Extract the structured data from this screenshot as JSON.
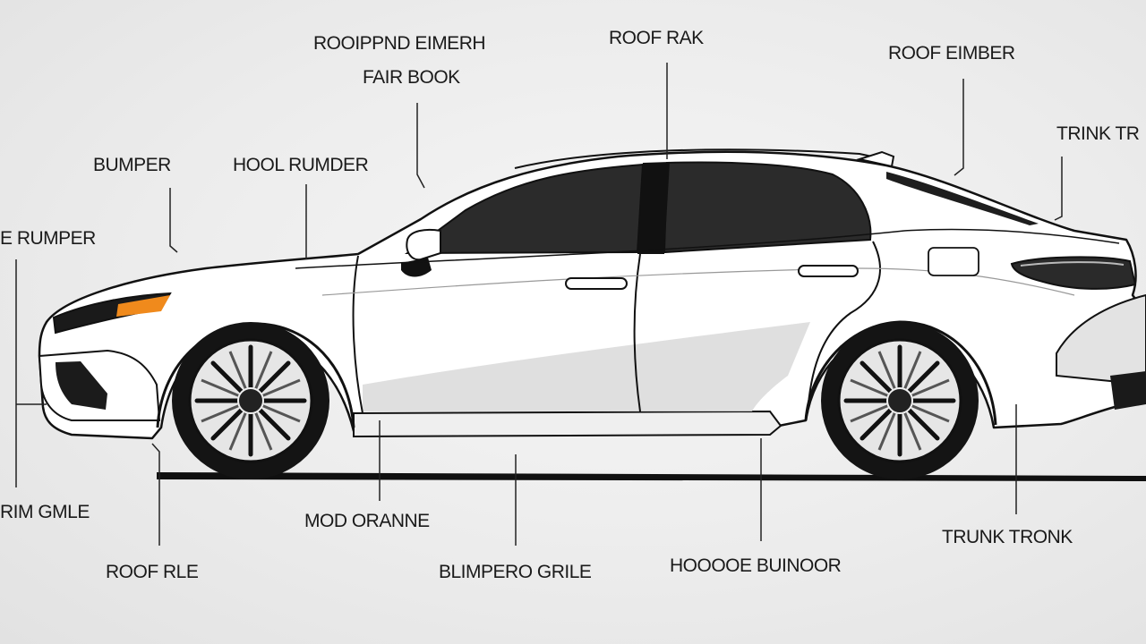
{
  "diagram": {
    "labels": {
      "roof_emberh": "ROOIPPND EIMERH",
      "fair_book": "FAIR BOOK",
      "roof_rak": "ROOF RAK",
      "roof_eimber": "ROOF EIMBER",
      "trink_tr": "TRINK TR",
      "bumper": "BUMPER",
      "hool_rumder": "HOOL RUMDER",
      "e_rumper": "E RUMPER",
      "rim_gmle": "RIM GMLE",
      "mod_orane": "MOD ORANNE",
      "trunk_tronk": "TRUNK TRONK",
      "roof_rle": "ROOF RLE",
      "blimper_ogrile": "BLIMPERO GRILE",
      "hoooe_burnor": "HOOOOE BUINOOR"
    },
    "colors": {
      "background": "#ececec",
      "body": "#ffffff",
      "outline": "#111111",
      "glass": "#2b2b2b",
      "indicator": "#f08a1c",
      "tire": "#141414"
    }
  }
}
